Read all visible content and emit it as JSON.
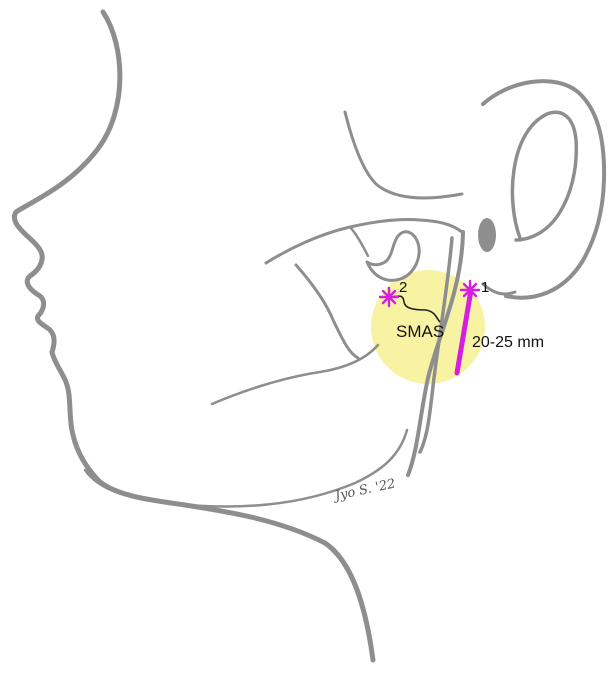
{
  "colors": {
    "outline": "#8e8e8e",
    "highlight": "#f7f3a3",
    "marker": "#d51ee0",
    "text": "#111111",
    "background": "#ffffff"
  },
  "labels": {
    "point_1": "1",
    "point_2": "2",
    "smas": "SMAS",
    "distance": "20-25 mm"
  },
  "signature": "Jyo S. '22",
  "icons": {
    "point_1_marker": "star-burst-icon",
    "point_2_marker": "star-burst-icon"
  }
}
